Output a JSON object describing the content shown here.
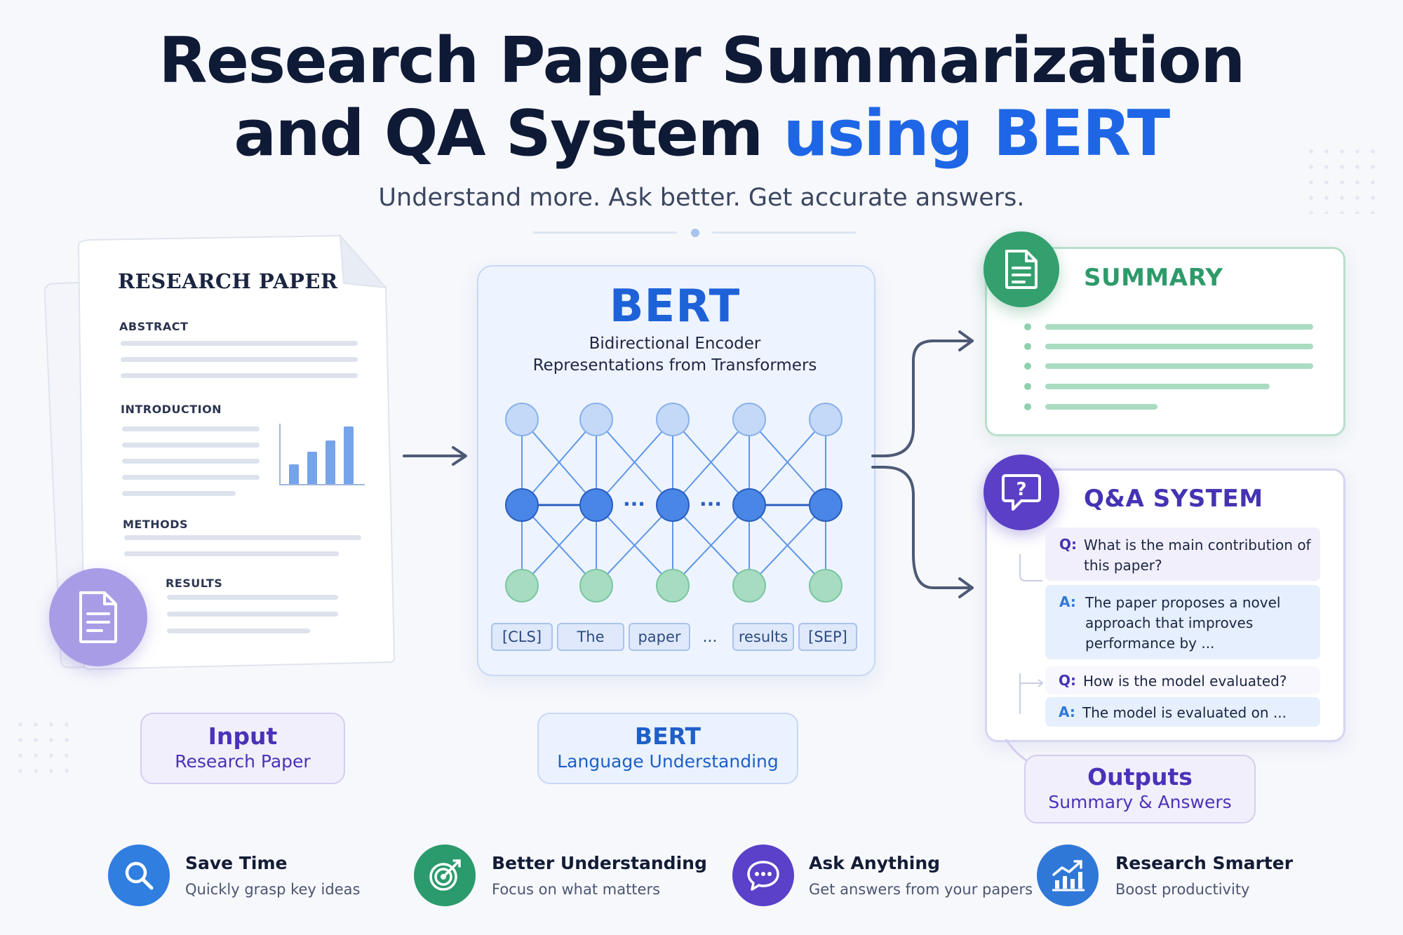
{
  "header": {
    "title_line1": "Research Paper Summarization",
    "title_line2_a": "and QA System",
    "title_line2_b": "using BERT",
    "subtitle": "Understand more. Ask better. Get accurate answers."
  },
  "paper": {
    "heading": "RESEARCH PAPER",
    "sections": [
      "ABSTRACT",
      "INTRODUCTION",
      "METHODS",
      "RESULTS"
    ],
    "icon": "document-icon"
  },
  "bert": {
    "title": "BERT",
    "subtitle_line1": "Bidirectional Encoder",
    "subtitle_line2": "Representations from Transformers",
    "tokens": [
      "[CLS]",
      "The",
      "paper",
      "...",
      "results",
      "[SEP]"
    ],
    "ellipsis": "···"
  },
  "summary_card": {
    "title": "SUMMARY",
    "icon": "summary-document-icon",
    "color": "#2e9a6a"
  },
  "qa_card": {
    "title": "Q&A SYSTEM",
    "icon": "question-chat-icon",
    "color": "#4433b3",
    "items": [
      {
        "tag": "Q:",
        "line1": "What is the main contribution of",
        "line2": "this paper?"
      },
      {
        "tag": "A:",
        "line1": "The paper proposes a novel",
        "line2": "approach that improves",
        "line3": "performance by ..."
      },
      {
        "tag": "Q:",
        "line1": "How is the model evaluated?"
      },
      {
        "tag": "A:",
        "line1": "The model is evaluated on ..."
      }
    ]
  },
  "labels": {
    "input": {
      "main": "Input",
      "sub": "Research Paper"
    },
    "bert": {
      "main": "BERT",
      "sub": "Language Understanding"
    },
    "outputs": {
      "main": "Outputs",
      "sub": "Summary & Answers"
    }
  },
  "features": [
    {
      "title": "Save Time",
      "sub": "Quickly grasp key ideas",
      "icon": "search-icon",
      "color": "#2f7ee0"
    },
    {
      "title": "Better Understanding",
      "sub": "Focus on what matters",
      "icon": "target-icon",
      "color": "#2b9a6c"
    },
    {
      "title": "Ask Anything",
      "sub": "Get answers from your papers",
      "icon": "chat-icon",
      "color": "#5b40c9"
    },
    {
      "title": "Research Smarter",
      "sub": "Boost productivity",
      "icon": "growth-chart-icon",
      "color": "#2f78d8"
    }
  ],
  "colors": {
    "accent_blue": "#1e66e6",
    "summary_green": "#2e9a6a",
    "qa_purple": "#4433b3",
    "label_purple": "#4b32b8",
    "label_blue": "#1f5fc9"
  }
}
